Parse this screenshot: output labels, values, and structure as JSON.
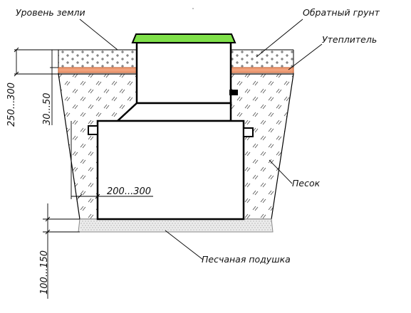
{
  "labels": {
    "ground_level": "Уровень земли",
    "backfill": "Обратный грунт",
    "insulation": "Утеплитель",
    "sand": "Песок",
    "sand_cushion": "Песчаная подушка"
  },
  "dimensions": {
    "depth_top": "250...300",
    "insulation_depth": "30...50",
    "side_gap": "200...300",
    "cushion_thickness": "100...150"
  },
  "colors": {
    "lid": "#7fe04a",
    "insulation": "#f0a07a",
    "cushion": "#ececec",
    "outline": "#000000"
  }
}
